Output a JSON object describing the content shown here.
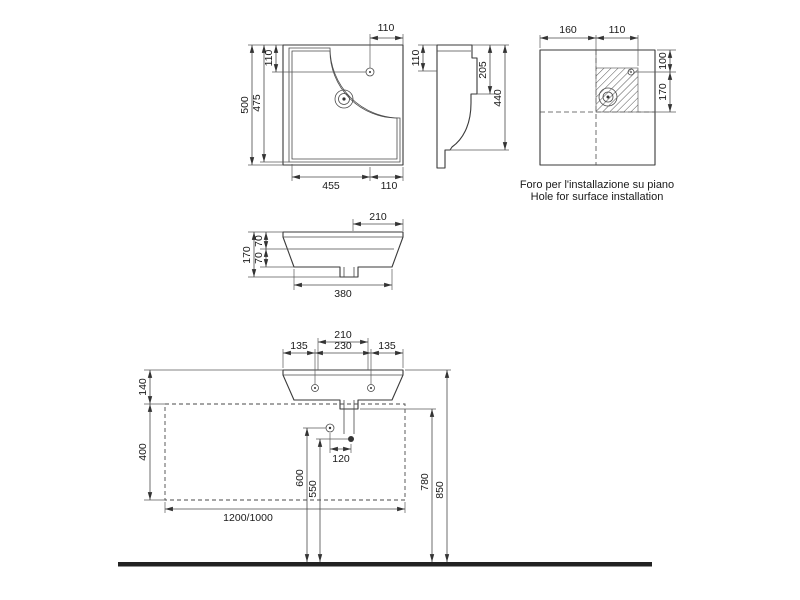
{
  "colors": {
    "background": "#ffffff",
    "line": "#3a3a3a",
    "text": "#1a1a1a"
  },
  "top_view": {
    "faucet_offset_top": "110",
    "depth_total": "500",
    "depth_inner": "475",
    "faucet_from_top": "110",
    "width_inner": "455",
    "faucet_offset_bottom": "110"
  },
  "side_view": {
    "apron_height": "110",
    "bracket_height": "205",
    "total_height": "440"
  },
  "hole_template": {
    "offset_left": "160",
    "hole_width": "110",
    "offset_top": "100",
    "hole_height": "170",
    "caption_it": "Foro per l'installazione su piano",
    "caption_en": "Hole for surface installation"
  },
  "front_view": {
    "deck_width": "210",
    "height_total": "170",
    "height_upper": "70",
    "height_lower": "70",
    "width_bottom": "380"
  },
  "installation_view": {
    "deck_width": "210",
    "hole_offset_left": "135",
    "hole_spacing": "230",
    "hole_offset_right": "135",
    "basin_thickness": "140",
    "cabinet_height": "400",
    "supply_height": "600",
    "drain_height": "550",
    "outlet_spacing": "120",
    "underside_height": "780",
    "rim_height": "850",
    "cabinet_width": "1200/1000"
  }
}
